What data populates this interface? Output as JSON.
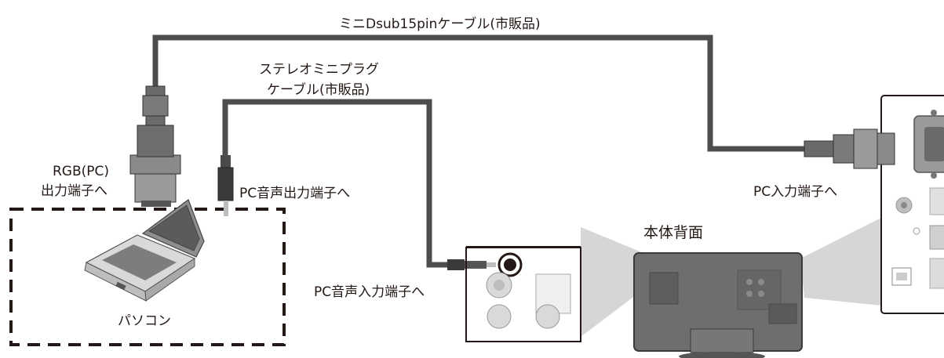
{
  "labels": {
    "dsub_cable": "ミニDsub15pinケーブル(市販品)",
    "stereo_cable_line1": "ステレオミニプラグ",
    "stereo_cable_line2": "ケーブル(市販品)",
    "rgb_out_line1": "RGB(PC)",
    "rgb_out_line2": "出力端子へ",
    "pc_audio_out": "PC音声出力端子へ",
    "pc_audio_in": "PC音声入力端子へ",
    "pc_in": "PC入力端子へ",
    "rear_view": "本体背面",
    "pc": "パソコン"
  },
  "colors": {
    "cable": "#4d4d4d",
    "connector": "#595959",
    "tv_body": "#6e6e6e",
    "callout": "#d4d4d4",
    "panel_border": "#231815"
  }
}
